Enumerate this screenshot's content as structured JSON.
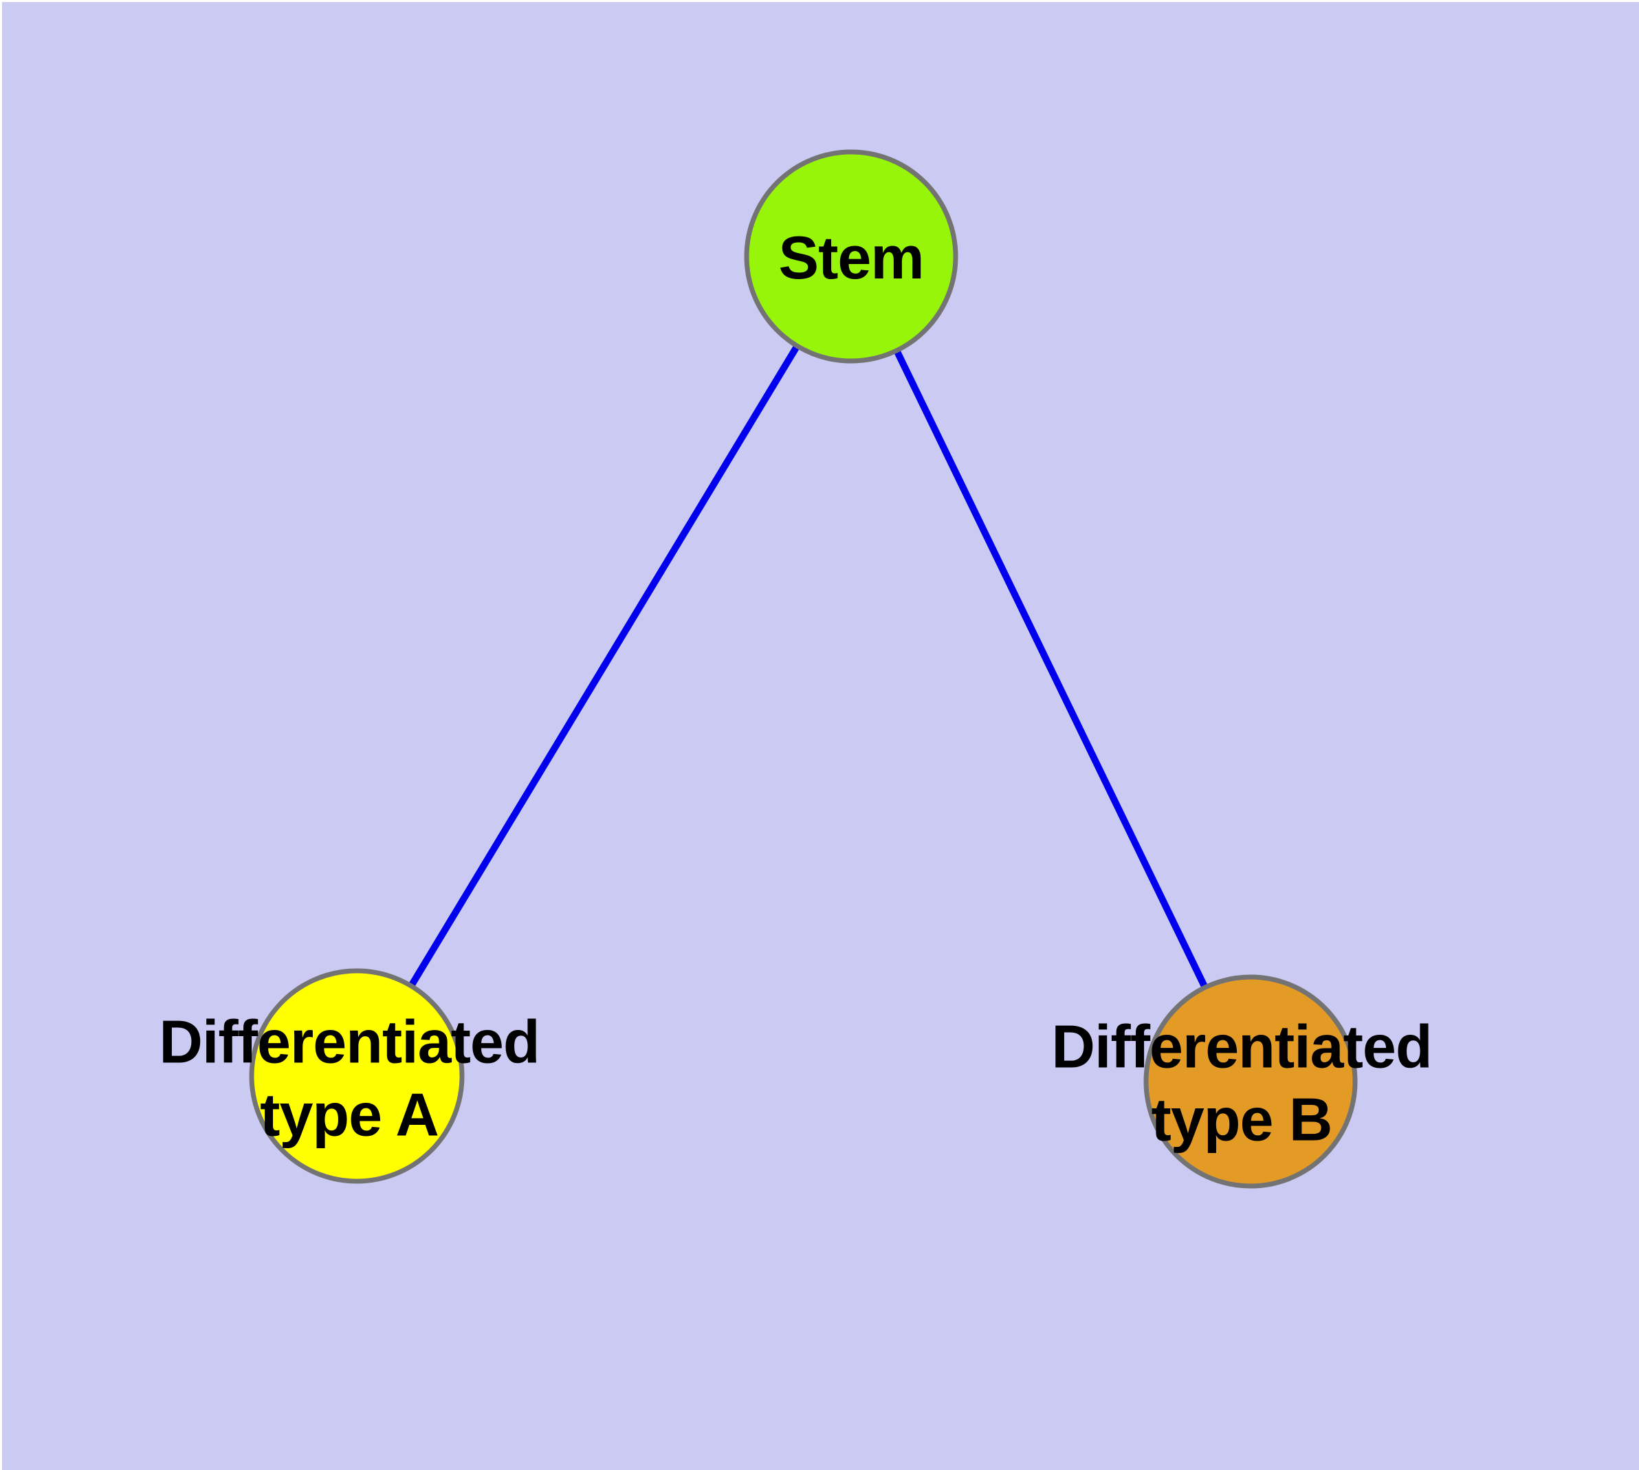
{
  "diagram": {
    "background_color": "#CACAF2",
    "margin_color": "#FFFFFF",
    "edge_color": "#0000EE",
    "node_border_color": "#737373",
    "label_color": "#000000",
    "nodes": {
      "stem": {
        "label": "Stem",
        "fill": "#97F509"
      },
      "type_a": {
        "label_line1": "Differentiated",
        "label_line2": "type A",
        "fill": "#FFFF00"
      },
      "type_b": {
        "label_line1": "Differentiated",
        "label_line2": "type B",
        "fill": "#E49B26"
      }
    },
    "edges": [
      {
        "from": "Stem",
        "to": "Differentiated type A"
      },
      {
        "from": "Stem",
        "to": "Differentiated type B"
      }
    ]
  }
}
